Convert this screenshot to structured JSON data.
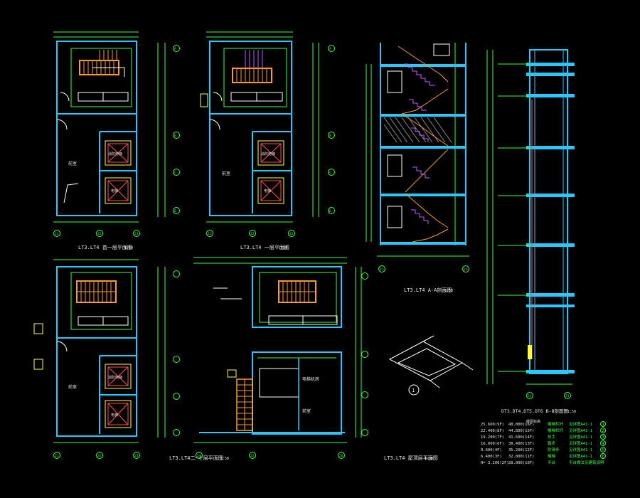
{
  "colors": {
    "background": "#000000",
    "wall": "#28c8ff",
    "dimension": "#3cff3c",
    "stair": "#ff9a28",
    "section": "#c060ff",
    "elevator": "#ffff3c",
    "text": "#e8e8e8",
    "hatch": "#a0a0a0"
  },
  "drawings": {
    "plan1_title": "LT3.LT4 首一层平面图",
    "plan2_title": "LT3.LT4 一层平面图",
    "plan3_title": "LT3.LT4二~十层平面图",
    "plan4_title": "LT3.LT4 屋顶层平面图",
    "section_aa_title": "LT3.LT4 A-A剖面图",
    "section_bb_title": "DT3.DT4.DT5.DT6 B-B剖面图",
    "scale": "1:50",
    "room_label_corridor": "前室",
    "room_label_elevator": "消防电梯",
    "room_label_elevator2": "电梯",
    "room_label_machine": "电梯机房",
    "detail_number": "1",
    "axis_labels": [
      "21",
      "22",
      "23",
      "24",
      "25",
      "26",
      "A",
      "B",
      "C",
      "D",
      "E"
    ]
  },
  "legend": {
    "title": "楼层标高",
    "rows": [
      {
        "level": "25.600(9F)",
        "level2": "48.000(16F)",
        "label": "楼梯栏杆",
        "ref": "见详图A41-1",
        "tag": "1"
      },
      {
        "level": "22.400(8F)",
        "level2": "44.800(15F)",
        "label": "楼梯栏杆",
        "ref": "见详图A41-1",
        "tag": "2"
      },
      {
        "level": "19.200(7F)",
        "level2": "41.600(14F)",
        "label": "扶手",
        "ref": "见详图A41-1",
        "tag": "3"
      },
      {
        "level": "16.000(6F)",
        "level2": "38.400(13F)",
        "label": "踏步",
        "ref": "见详图A41-1",
        "tag": "4"
      },
      {
        "level": "9.600(4F)",
        "level2": "35.200(12F)",
        "label": "防滑条",
        "ref": "见详图A41-1",
        "tag": "5"
      },
      {
        "level": "6.400(3F)",
        "level2": "32.000(11F)",
        "label": "楼梯",
        "ref": "见详图A41-1",
        "tag": "6"
      },
      {
        "level": "H= 3.200(2F)",
        "level2": "28.800(10F)",
        "label": "平台",
        "ref": "平台做法见建筑说明",
        "tag": ""
      }
    ]
  }
}
